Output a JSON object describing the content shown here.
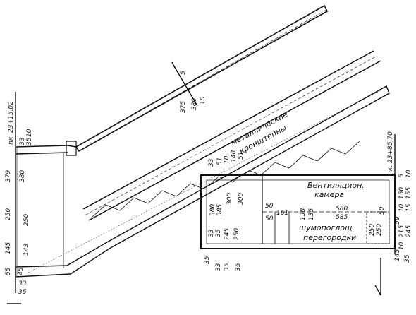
{
  "stations": {
    "left": "пк. 23+15,02",
    "right": "пк. 23+85,70"
  },
  "labels": {
    "brackets": [
      "металлические",
      "кронштейны"
    ],
    "vent_chamber": [
      "Вентиляцион.",
      "камера"
    ],
    "silencer": [
      "шумопоглощ.",
      "перегородки"
    ]
  },
  "dims": {
    "left_col": [
      "35",
      "33",
      "10",
      "379",
      "380",
      "250",
      "250",
      "145",
      "143",
      "55",
      "45",
      "33",
      "35"
    ],
    "diag_upper": [
      "375",
      "380",
      "10",
      "5"
    ],
    "diag_mid": [
      "33",
      "51",
      "10",
      "148",
      "51"
    ],
    "chamber_top": [
      "300",
      "300",
      "385",
      "380"
    ],
    "chamber_left": [
      "245",
      "250",
      "35",
      "33"
    ],
    "chamber_center": [
      "50",
      "161",
      "50",
      "138",
      "135"
    ],
    "chamber_mid": [
      "580",
      "585",
      "250",
      "250",
      "50"
    ],
    "right_col": [
      "5",
      "10",
      "150",
      "155",
      "10",
      "15",
      "59",
      "215",
      "245",
      "10",
      "145",
      "35"
    ],
    "bottom": [
      "35",
      "33",
      "35",
      "35"
    ]
  }
}
